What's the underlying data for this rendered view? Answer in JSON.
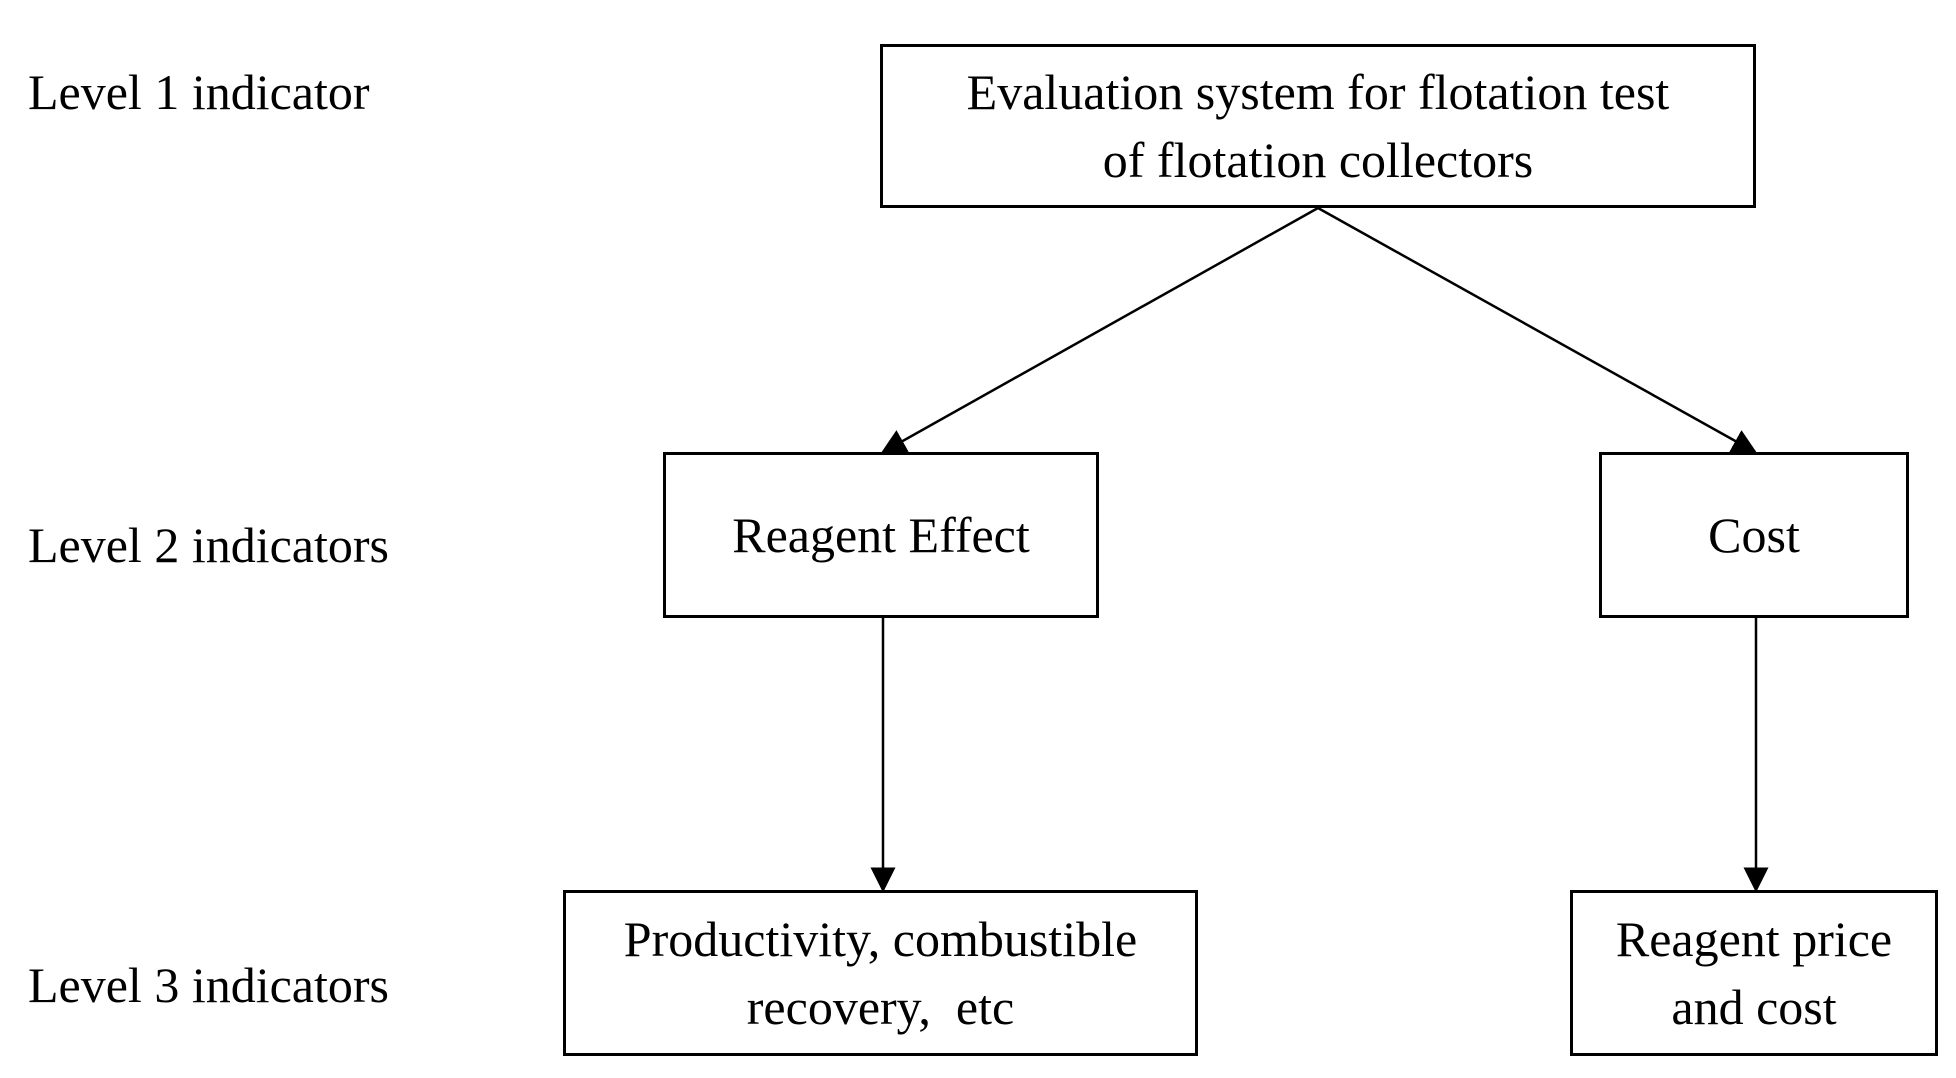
{
  "levels": {
    "level1": "Level 1 indicator",
    "level2": "Level 2 indicators",
    "level3": "Level 3 indicators"
  },
  "nodes": {
    "root": {
      "line1": "Evaluation system for flotation test",
      "line2": "of flotation collectors"
    },
    "reagent_effect": {
      "line1": "Reagent Effect"
    },
    "cost": {
      "line1": "Cost"
    },
    "productivity": {
      "line1": "Productivity, combustible",
      "line2": "recovery,  etc"
    },
    "reagent_price": {
      "line1": "Reagent price",
      "line2": "and cost"
    }
  },
  "edges": [
    {
      "from": "root",
      "to": "reagent_effect"
    },
    {
      "from": "root",
      "to": "cost"
    },
    {
      "from": "reagent_effect",
      "to": "productivity"
    },
    {
      "from": "cost",
      "to": "reagent_price"
    }
  ],
  "colors": {
    "stroke": "#000000",
    "background": "#ffffff"
  }
}
